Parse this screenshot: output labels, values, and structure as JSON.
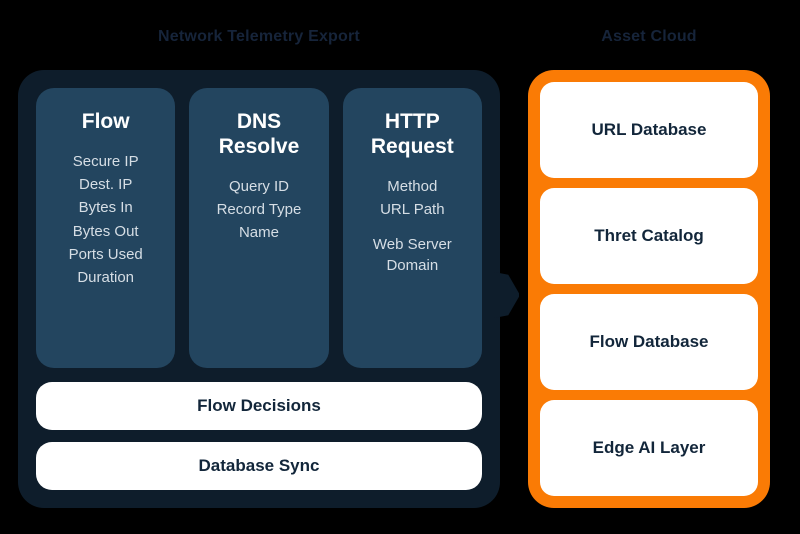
{
  "colors": {
    "background": "#000000",
    "panel_dark": "#0E1D2B",
    "card_slate": "#23455F",
    "accent_orange": "#FA7B05",
    "card_white": "#FFFFFF",
    "text_dark": "#12263A",
    "title_navy": "#16243A",
    "field_text": "#D6DEE5"
  },
  "telemetry": {
    "title": "Network Telemetry Export",
    "cards": [
      {
        "title": "Flow",
        "fields": [
          {
            "label": "Secure IP",
            "gap_before": false
          },
          {
            "label": "Dest. IP",
            "gap_before": false
          },
          {
            "label": "Bytes In",
            "gap_before": false
          },
          {
            "label": "Bytes Out",
            "gap_before": false
          },
          {
            "label": "Ports Used",
            "gap_before": false
          },
          {
            "label": "Duration",
            "gap_before": false
          }
        ]
      },
      {
        "title": "DNS\nResolve",
        "fields": [
          {
            "label": "Query ID",
            "gap_before": false
          },
          {
            "label": "Record Type",
            "gap_before": false
          },
          {
            "label": "Name",
            "gap_before": false
          }
        ]
      },
      {
        "title": "HTTP\nRequest",
        "fields": [
          {
            "label": "Method",
            "gap_before": false
          },
          {
            "label": "URL Path",
            "gap_before": false
          },
          {
            "label": "Web Server\nDomain",
            "gap_before": true
          }
        ]
      }
    ],
    "bars": [
      {
        "label": "Flow Decisions"
      },
      {
        "label": "Database Sync"
      }
    ]
  },
  "asset_cloud": {
    "title": "Asset Cloud",
    "cards": [
      {
        "label": "URL Database"
      },
      {
        "label": "Thret Catalog"
      },
      {
        "label": "Flow Database"
      },
      {
        "label": "Edge AI Layer"
      }
    ]
  }
}
